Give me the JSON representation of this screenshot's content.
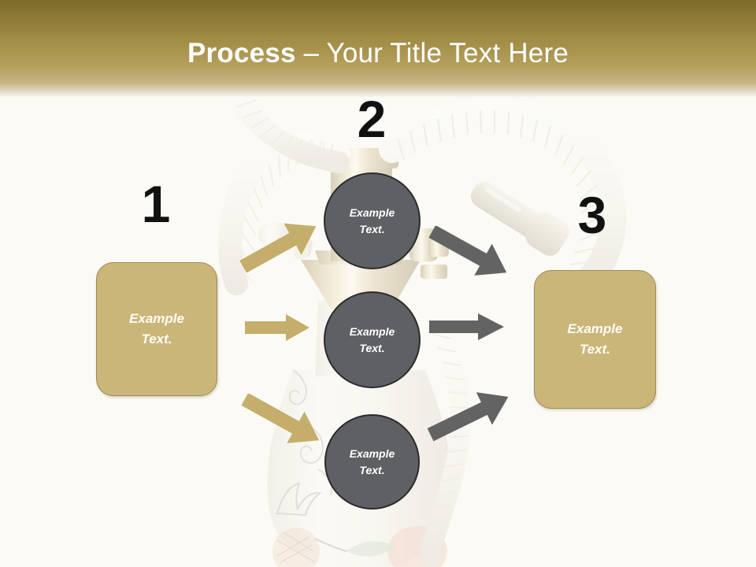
{
  "slide": {
    "background_color": "#fbfaf5",
    "title": {
      "strong": "Process",
      "rest": " – Your Title Text Here",
      "color": "#ffffff"
    },
    "header_gradient": {
      "top": "#7b6a2c",
      "mid": "#b5a05c",
      "bottom": "#fbfaf5"
    },
    "background_image": "hookah-shisha-photo"
  },
  "steps": [
    {
      "number": "1",
      "name": "step-one"
    },
    {
      "number": "2",
      "name": "step-two"
    },
    {
      "number": "3",
      "name": "step-three"
    }
  ],
  "boxes": {
    "left": {
      "label": "Example\nText.",
      "line1": "Example",
      "line2": "Text.",
      "fill": "#cbb679",
      "border": "#9a8a55",
      "text_color": "#fdfdf8"
    },
    "right": {
      "label": "Example\nText.",
      "line1": "Example",
      "line2": "Text.",
      "fill": "#cbb679",
      "border": "#9a8a55",
      "text_color": "#fdfdf8"
    }
  },
  "circles": [
    {
      "line1": "Example",
      "line2": "Text.",
      "fill": "#5f6064",
      "border": "#2b2b2d",
      "text_color": "#ffffff"
    },
    {
      "line1": "Example",
      "line2": "Text.",
      "fill": "#5f6064",
      "border": "#2b2b2d",
      "text_color": "#ffffff"
    },
    {
      "line1": "Example",
      "line2": "Text.",
      "fill": "#5f6064",
      "border": "#2b2b2d",
      "text_color": "#ffffff"
    }
  ],
  "arrows": {
    "tan_color": "#c5ae6b",
    "gray_color": "#636363",
    "left": [
      {
        "name": "arrow-left-box-to-circle-top",
        "direction": "up-right",
        "color": "#c5ae6b"
      },
      {
        "name": "arrow-left-box-to-circle-middle",
        "direction": "right",
        "color": "#c5ae6b"
      },
      {
        "name": "arrow-left-box-to-circle-bottom",
        "direction": "down-right",
        "color": "#c5ae6b"
      }
    ],
    "right": [
      {
        "name": "arrow-circle-top-to-right-box",
        "direction": "down-right",
        "color": "#636363"
      },
      {
        "name": "arrow-circle-middle-to-right-box",
        "direction": "right",
        "color": "#636363"
      },
      {
        "name": "arrow-circle-bottom-to-right-box",
        "direction": "up-right",
        "color": "#636363"
      }
    ]
  }
}
